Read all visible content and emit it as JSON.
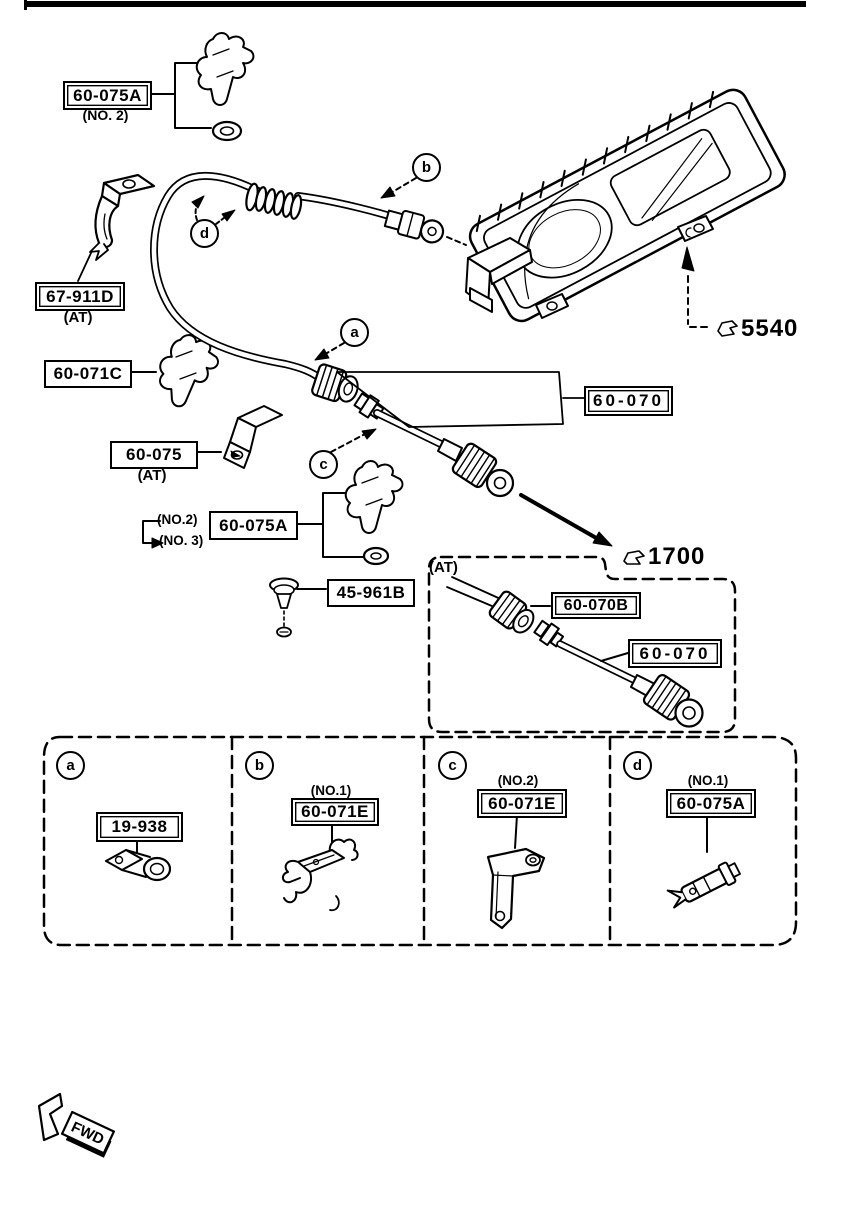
{
  "colors": {
    "ink": "#000000",
    "paper": "#ffffff"
  },
  "labels": {
    "top_clip": {
      "part": "60-075A",
      "note": "(NO. 2)"
    },
    "at_bracket": {
      "part": "67-911D",
      "note": "(AT)"
    },
    "clip_c": {
      "part": "60-071C"
    },
    "grommet_bracket": {
      "part": "60-075",
      "note": "(AT)"
    },
    "mid_clip": {
      "part": "60-075A",
      "note_top": "(NO.2)",
      "note_bottom": "(NO. 3)"
    },
    "plug": {
      "part": "45-961B"
    },
    "speedo_cable": {
      "part": "60-070"
    }
  },
  "refs": {
    "cluster": "5540",
    "cable": "1700"
  },
  "at_inset": {
    "note": "(AT)",
    "nut": "60-070B",
    "cable": "60-070"
  },
  "callouts": {
    "a": "a",
    "b": "b",
    "c": "c",
    "d": "d"
  },
  "legend": [
    {
      "letter": "a",
      "part": "19-938"
    },
    {
      "letter": "b",
      "note": "(NO.1)",
      "part": "60-071E"
    },
    {
      "letter": "c",
      "note": "(NO.2)",
      "part": "60-071E"
    },
    {
      "letter": "d",
      "note": "(NO.1)",
      "part": "60-075A"
    }
  ],
  "fwd": "FWD"
}
